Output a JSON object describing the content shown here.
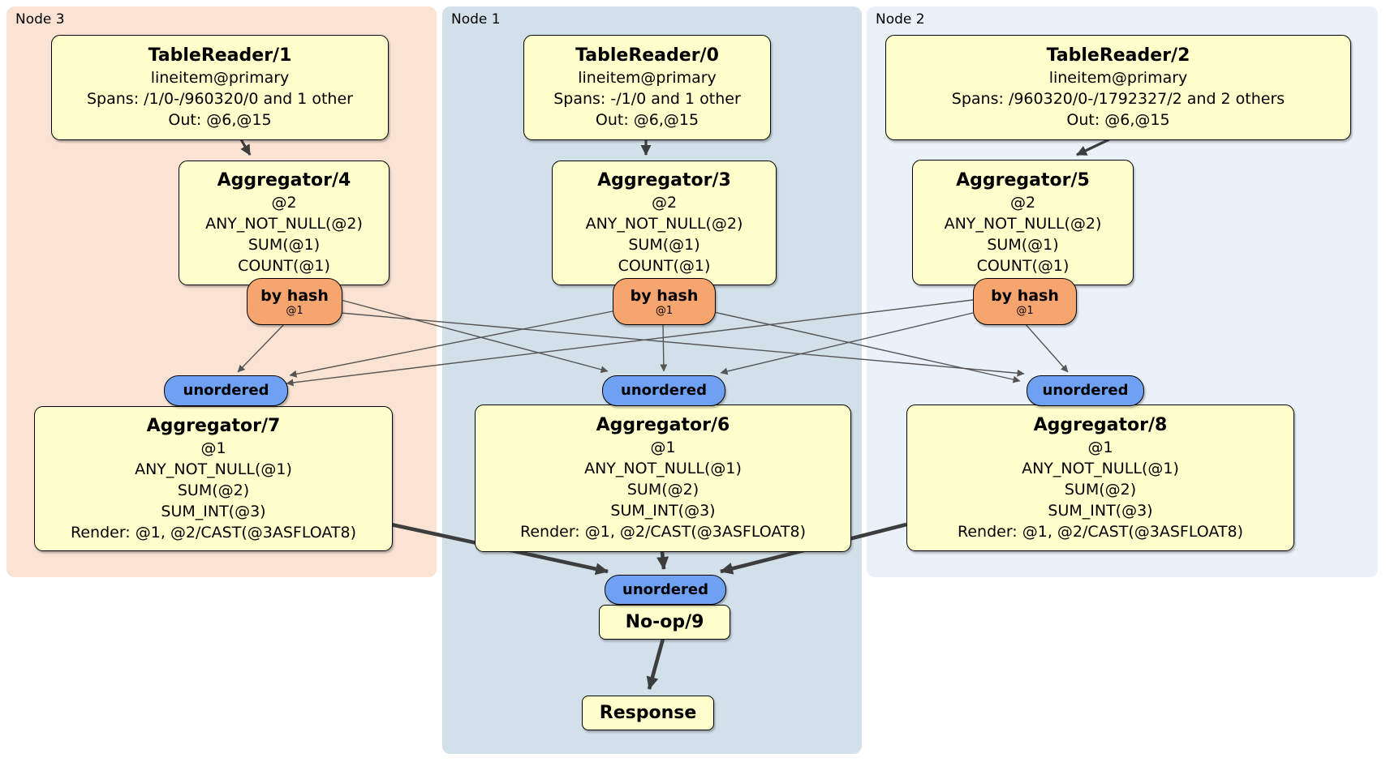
{
  "panels": {
    "node3": {
      "label": "Node 3",
      "bg": "#fbe3d4"
    },
    "node1": {
      "label": "Node 1",
      "bg": "#d2e0ea"
    },
    "node2": {
      "label": "Node 2",
      "bg": "#eaf1f9"
    }
  },
  "processors": {
    "tablereader1": {
      "title": "TableReader/1",
      "lines": [
        "lineitem@primary",
        "Spans: /1/0-/960320/0 and 1 other",
        "Out: @6,@15"
      ]
    },
    "aggregator4": {
      "title": "Aggregator/4",
      "lines": [
        "@2",
        "ANY_NOT_NULL(@2)",
        "SUM(@1)",
        "COUNT(@1)"
      ]
    },
    "aggregator7": {
      "title": "Aggregator/7",
      "lines": [
        "@1",
        "ANY_NOT_NULL(@1)",
        "SUM(@2)",
        "SUM_INT(@3)",
        "Render: @1, @2/CAST(@3ASFLOAT8)"
      ]
    },
    "tablereader0": {
      "title": "TableReader/0",
      "lines": [
        "lineitem@primary",
        "Spans: -/1/0 and 1 other",
        "Out: @6,@15"
      ]
    },
    "aggregator3": {
      "title": "Aggregator/3",
      "lines": [
        "@2",
        "ANY_NOT_NULL(@2)",
        "SUM(@1)",
        "COUNT(@1)"
      ]
    },
    "aggregator6": {
      "title": "Aggregator/6",
      "lines": [
        "@1",
        "ANY_NOT_NULL(@1)",
        "SUM(@2)",
        "SUM_INT(@3)",
        "Render: @1, @2/CAST(@3ASFLOAT8)"
      ]
    },
    "tablereader2": {
      "title": "TableReader/2",
      "lines": [
        "lineitem@primary",
        "Spans: /960320/0-/1792327/2 and 2 others",
        "Out: @6,@15"
      ]
    },
    "aggregator5": {
      "title": "Aggregator/5",
      "lines": [
        "@2",
        "ANY_NOT_NULL(@2)",
        "SUM(@1)",
        "COUNT(@1)"
      ]
    },
    "aggregator8": {
      "title": "Aggregator/8",
      "lines": [
        "@1",
        "ANY_NOT_NULL(@1)",
        "SUM(@2)",
        "SUM_INT(@3)",
        "Render: @1, @2/CAST(@3ASFLOAT8)"
      ]
    },
    "noop9": {
      "title": "No-op/9"
    },
    "response": {
      "title": "Response"
    }
  },
  "router": {
    "label": "by hash",
    "detail": "@1",
    "bg": "#f6a56f"
  },
  "sync": {
    "label": "unordered",
    "bg": "#6fa1f3"
  },
  "colors": {
    "processor_fill": "#ffffcc",
    "edge_thin": "#555555",
    "edge_thick": "#3d3d3d"
  }
}
